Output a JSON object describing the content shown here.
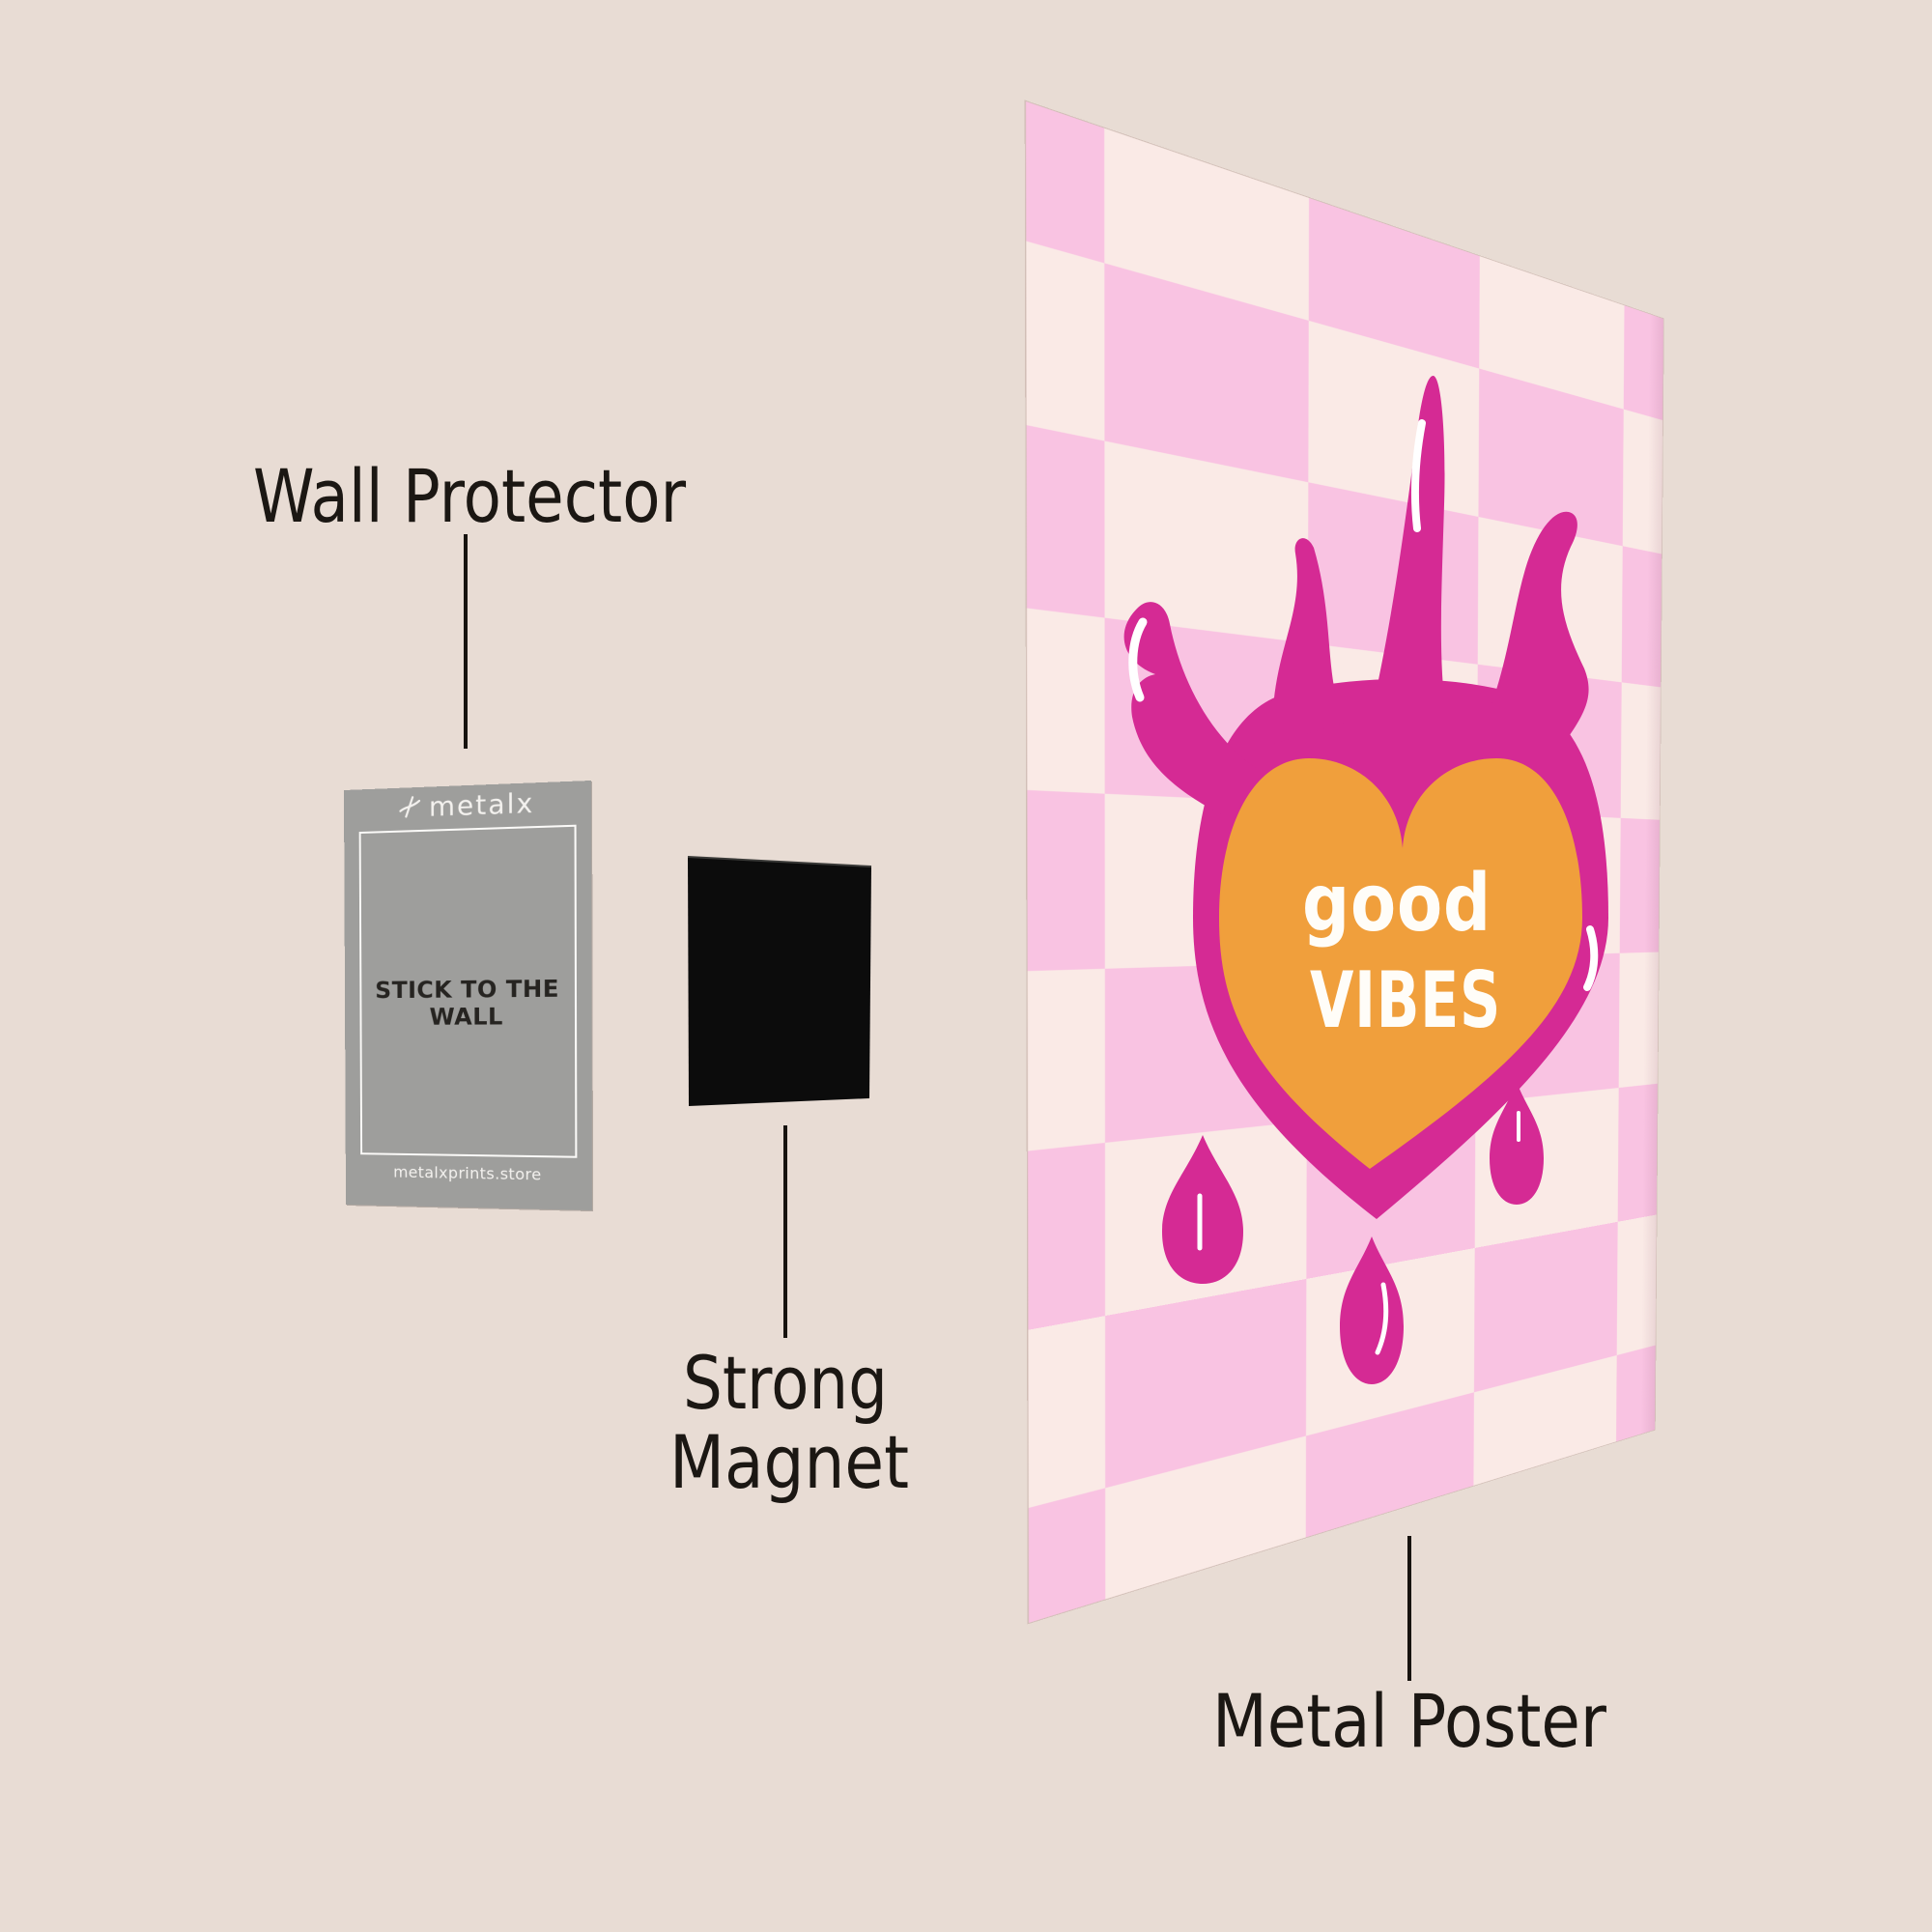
{
  "scene": {
    "wall_color": "#e8dcd4",
    "line_color": "#17130f"
  },
  "labels": {
    "wall_protector": "Wall Protector",
    "strong_magnet_line1": "Strong",
    "strong_magnet_line2": "Magnet",
    "metal_poster": "Metal Poster"
  },
  "card": {
    "brand": "metalx",
    "instruction": "STICK TO THE WALL",
    "website": "metalxprints.store",
    "color": "#9e9e9c"
  },
  "magnet": {
    "color": "#0c0c0c"
  },
  "poster": {
    "checker_pink": "#f9c3e2",
    "checker_cream": "#faeae6",
    "flame_color": "#d52a94",
    "heart_color": "#f09f3c",
    "shine_color": "#ffffff",
    "text_line1": "good",
    "text_line2": "vibes",
    "text_color": "#fffdf8"
  }
}
